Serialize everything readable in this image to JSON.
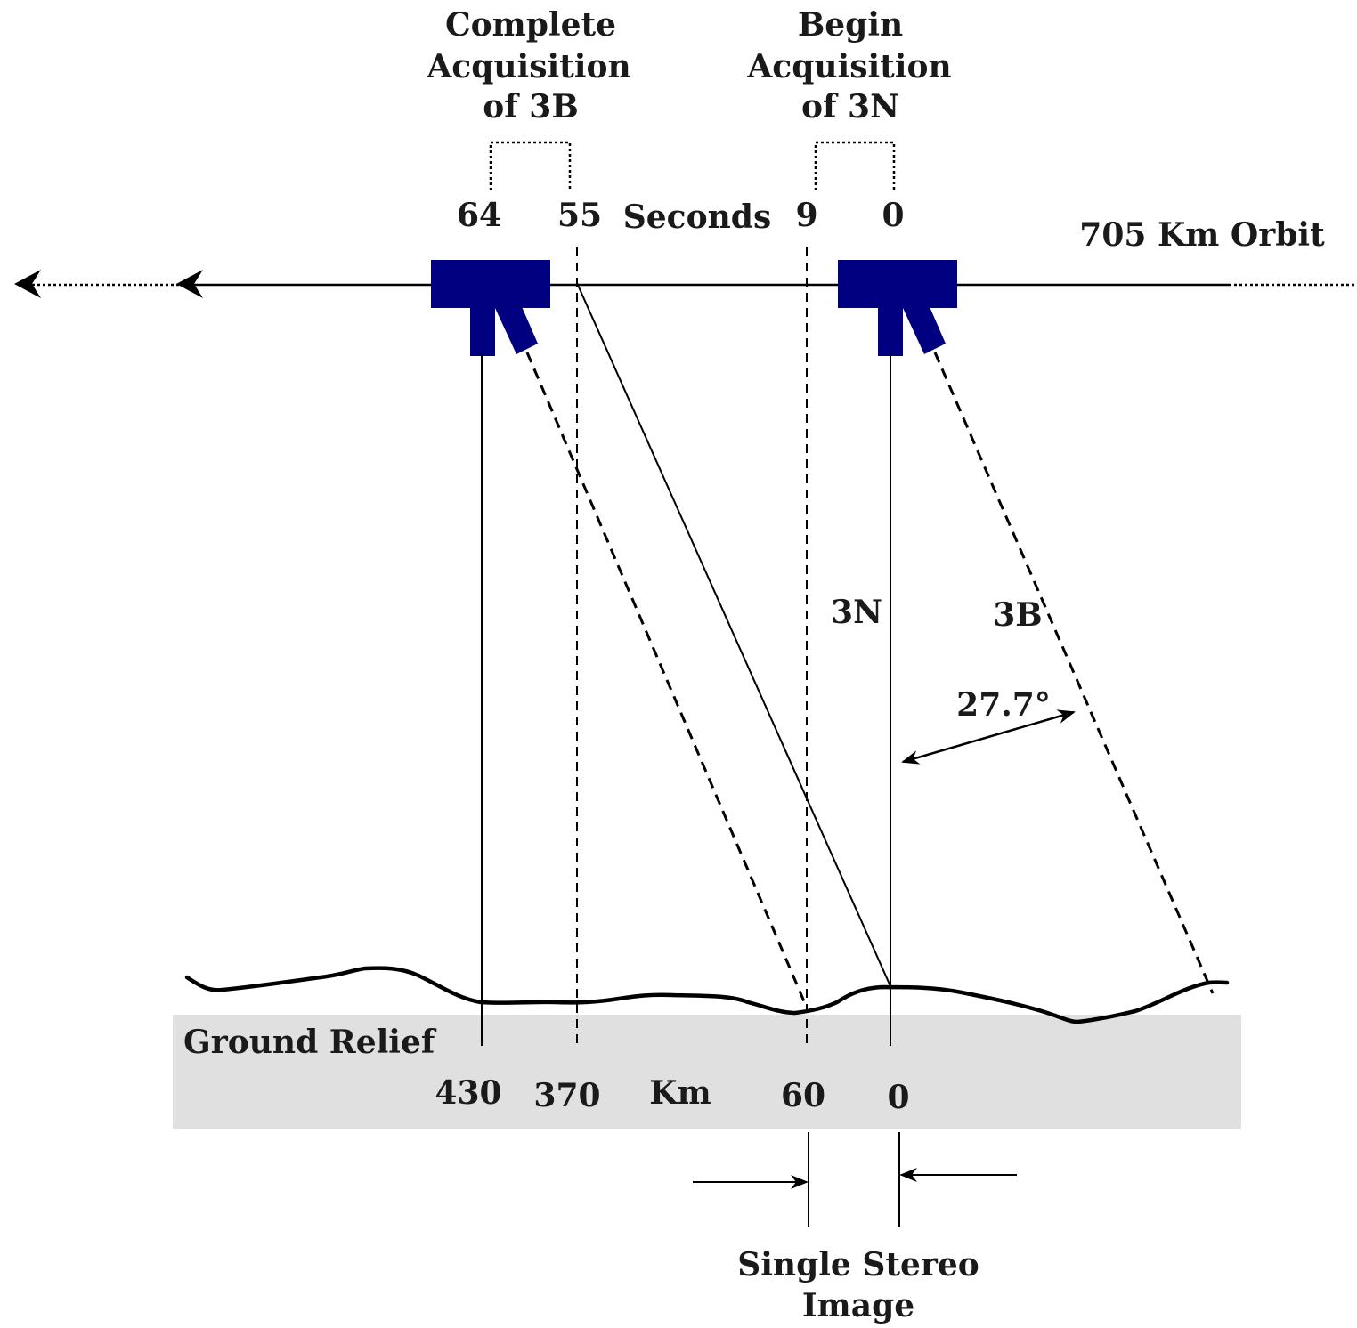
{
  "headers": {
    "complete_3b": [
      "Complete",
      "Acquisition",
      "of 3B"
    ],
    "begin_3n": [
      "Begin",
      "Acquisition",
      "of 3N"
    ]
  },
  "seconds_axis": {
    "t64": "64",
    "t55": "55",
    "unit": "Seconds",
    "t9": "9",
    "t0": "0"
  },
  "orbit": {
    "label": "705 Km Orbit"
  },
  "beams": {
    "nadir": "3N",
    "backward": "3B",
    "angle": "27.7°"
  },
  "ground": {
    "label": "Ground Relief",
    "km430": "430",
    "km370": "370",
    "unit": "Km",
    "km60": "60",
    "km0": "0"
  },
  "stereo": {
    "line1": "Single Stereo",
    "line2": "Image"
  },
  "colors": {
    "satellite": "#000080",
    "ground_band": "#e0e0e0",
    "line": "#000000"
  }
}
